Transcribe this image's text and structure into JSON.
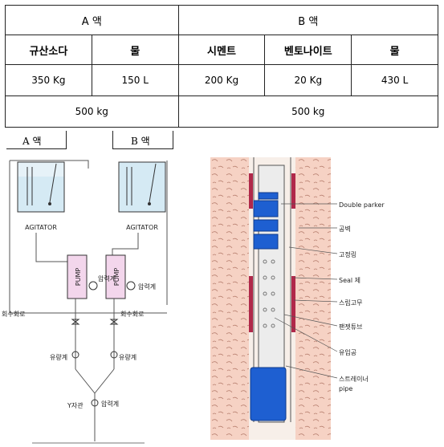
{
  "table": {
    "group_a": "A 액",
    "group_b": "B 액",
    "columns": [
      "규산소다",
      "물",
      "시멘트",
      "벤토나이트",
      "물"
    ],
    "values": [
      "350 Kg",
      "150 L",
      "200 Kg",
      "20 Kg",
      "430 L"
    ],
    "total_a": "500 kg",
    "total_b": "500 kg"
  },
  "left_diagram": {
    "label_a": "A 액",
    "label_b": "B 액",
    "agitator": "AGITATOR",
    "pump": "PUMP",
    "pressure_gauge": "압력계",
    "return_circuit": "회수회로",
    "flowmeter": "유량계",
    "y_pipe": "Y자관"
  },
  "right_diagram": {
    "labels": [
      "Double parker",
      "공벽",
      "고정링",
      "Seal 제",
      "스립고무",
      "팬젯튜브",
      "유입공",
      "스트레이너",
      "pipe"
    ]
  }
}
